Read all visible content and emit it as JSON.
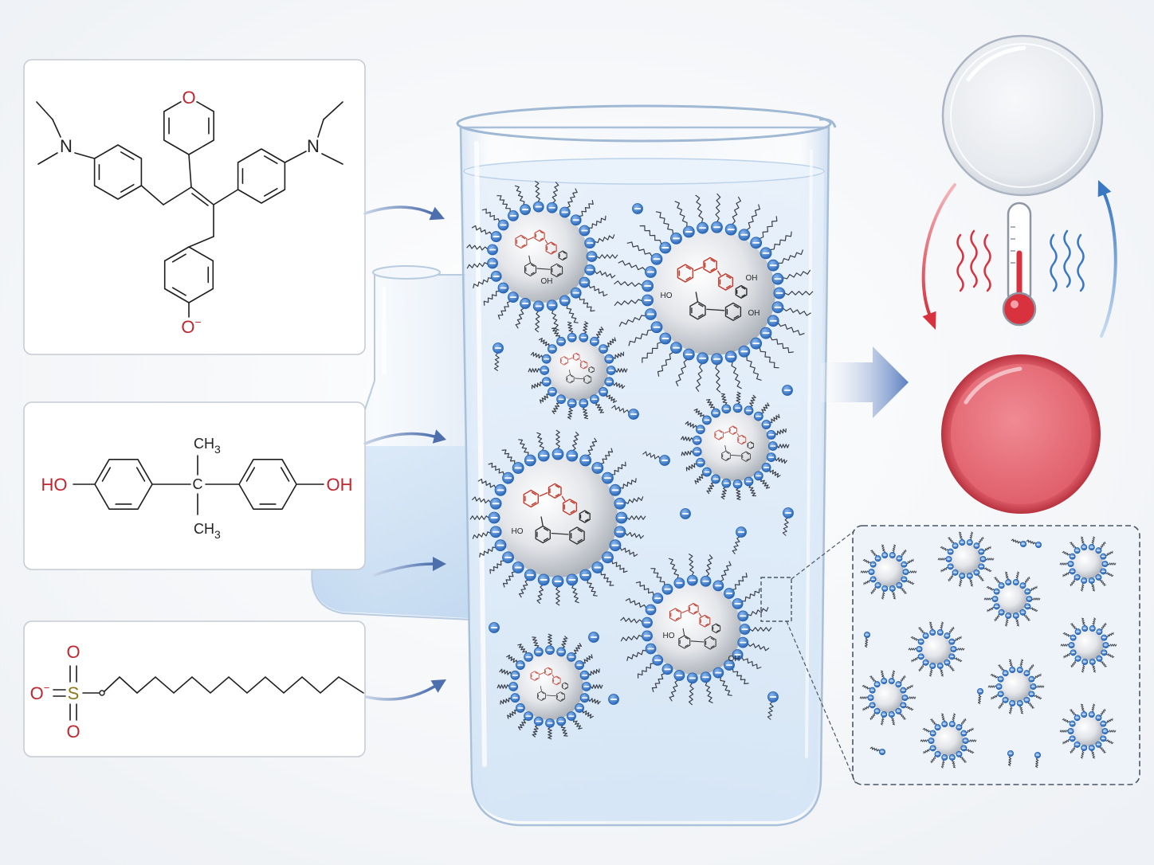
{
  "diagram": {
    "dye_structure": {
      "n_left": "N",
      "n_right": "N",
      "pyran_oxygen": "O",
      "phenolate_oxygen": "O",
      "phenolate_charge": "−"
    },
    "bisphenol_a_structure": {
      "hydroxyl_left": "HO",
      "hydroxyl_right": "OH",
      "methyl_top": "CH",
      "methyl_top_subscript": "3",
      "central_carbon": "C",
      "methyl_bottom": "CH",
      "methyl_bottom_subscript": "3"
    },
    "sds_structure": {
      "oxygen_left": "O",
      "oxygen_left_charge": "−",
      "sulfur": "S",
      "oxygen_top": "O",
      "oxygen_bottom": "O"
    },
    "micelle_labels": [
      "OH",
      "HO",
      "OH",
      "OH",
      "HO",
      "HO",
      "OH"
    ]
  },
  "colors": {
    "oxygen": "#c0262d",
    "sulfur": "#8a7a1a",
    "surfactant_head": "#2f6fc0",
    "heated_dish": "#e8737e",
    "cool_arrow": "#3b78c4",
    "warm_arrow": "#d9323f"
  }
}
